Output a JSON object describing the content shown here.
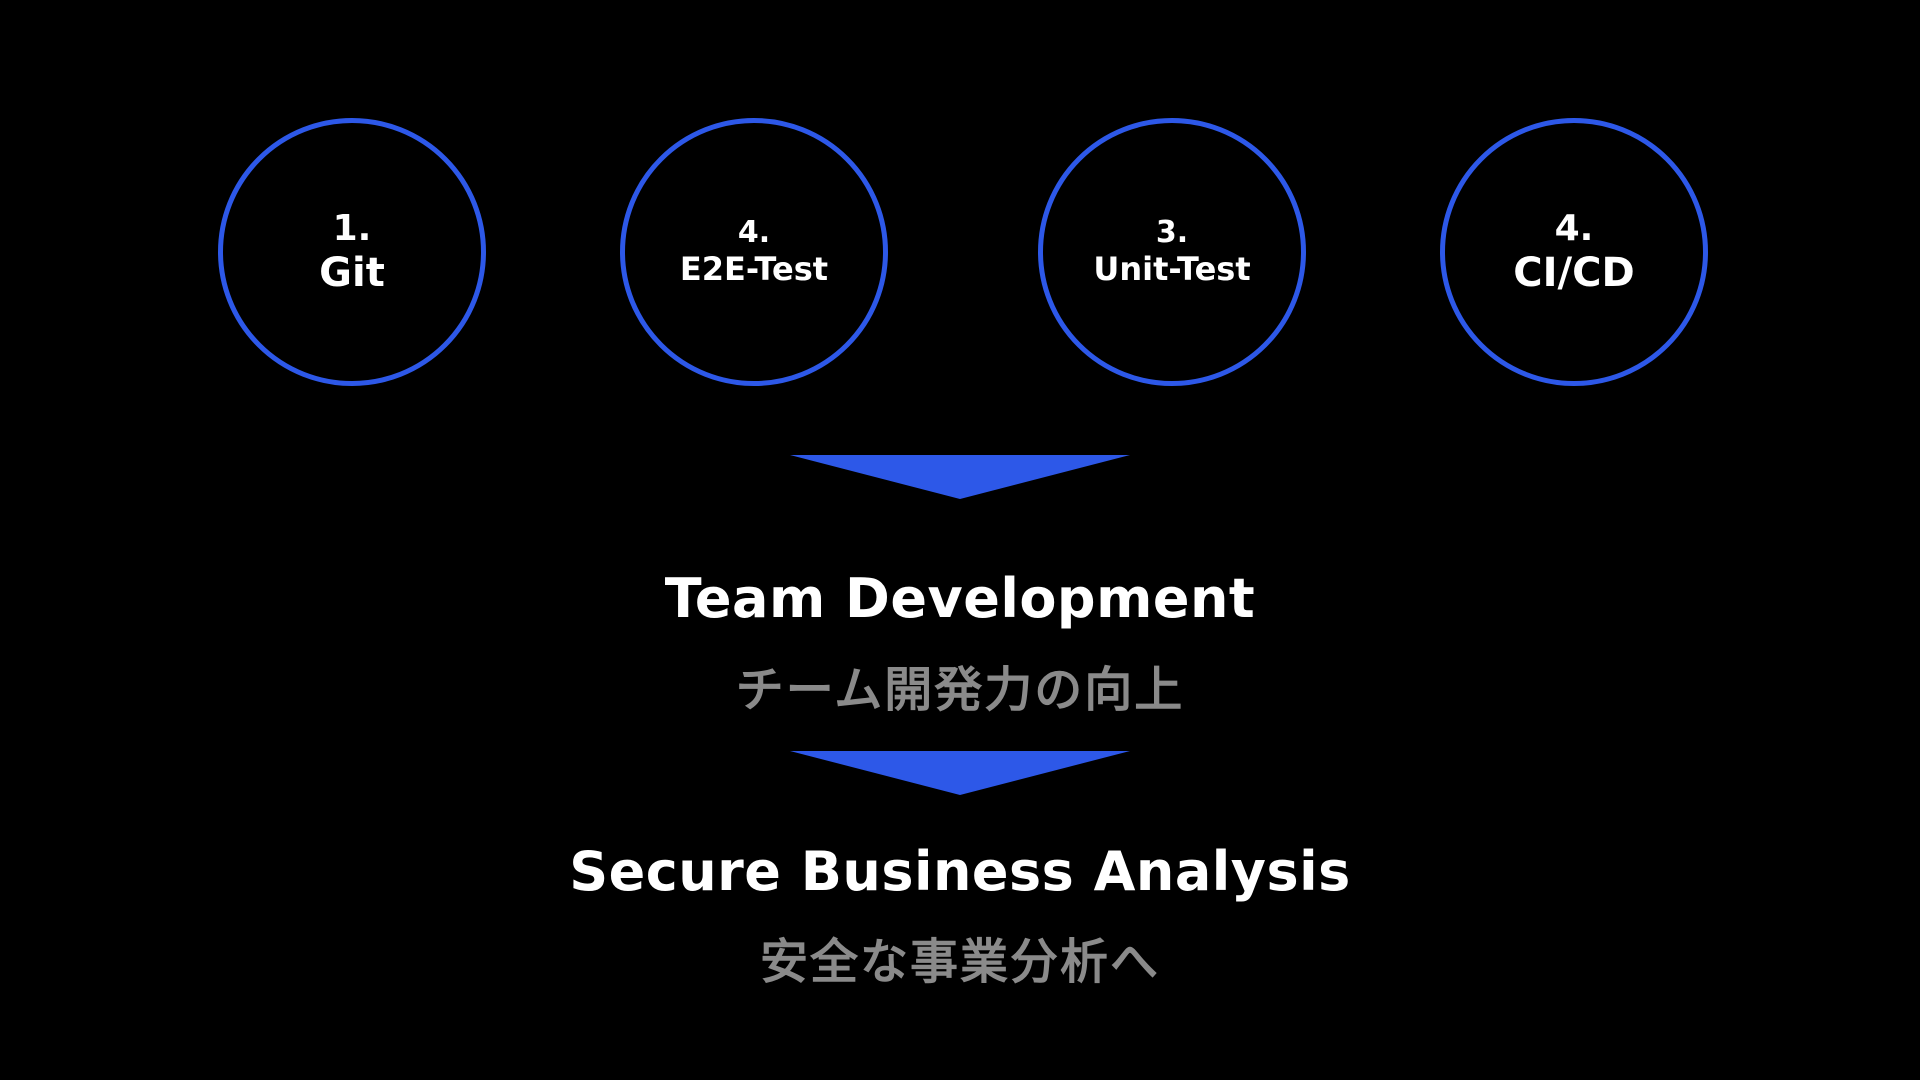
{
  "steps": [
    {
      "number": "1.",
      "name": "Git"
    },
    {
      "number": "4.",
      "name": "E2E-Test"
    },
    {
      "number": "3.",
      "name": "Unit-Test"
    },
    {
      "number": "4.",
      "name": "CI/CD"
    }
  ],
  "outcomes": [
    {
      "title": "Team Development",
      "subtitle": "チーム開発力の向上"
    },
    {
      "title": "Secure Business Analysis",
      "subtitle": "安全な事業分析へ"
    }
  ],
  "colors": {
    "background": "#000000",
    "accent": "#2d58e8",
    "title": "#ffffff",
    "subtitle": "#8a8a8a"
  }
}
